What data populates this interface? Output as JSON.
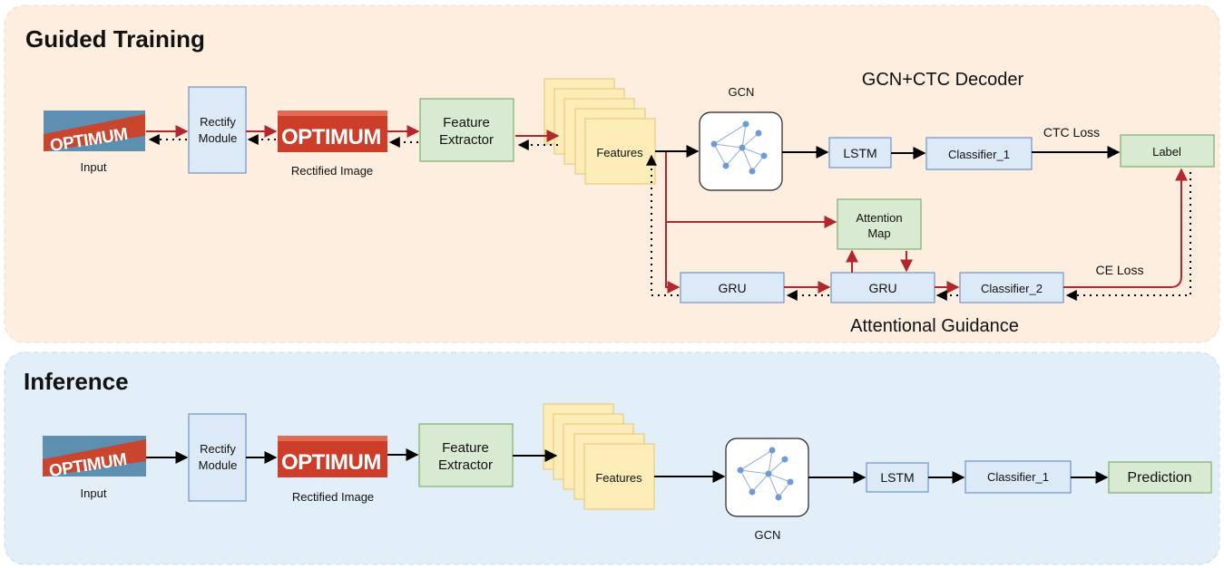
{
  "colors": {
    "training_bg": "#fdeee0",
    "inference_bg": "#e2eef8",
    "blue_box": "#dce9f7",
    "blue_border": "#6f95c9",
    "green_box": "#d8ead2",
    "green_border": "#7fb06c",
    "yellow_box": "#fcedb8",
    "yellow_border": "#e4c76f",
    "red_arrow": "#b3262b",
    "black_arrow": "#000000",
    "graph_node": "#6e9bd8"
  },
  "training": {
    "title": "Guided Training",
    "input_label": "Input",
    "image_text": "OPTIMUM",
    "rectify_line1": "Rectify",
    "rectify_line2": "Module",
    "rectified_label": "Rectified Image",
    "fe_line1": "Feature",
    "fe_line2": "Extractor",
    "features": "Features",
    "gcn": "GCN",
    "decoder_title": "GCN+CTC Decoder",
    "lstm": "LSTM",
    "classifier1": "Classifier_1",
    "ctc_loss": "CTC Loss",
    "label": "Label",
    "attn_line1": "Attention",
    "attn_line2": "Map",
    "gru1": "GRU",
    "gru2": "GRU",
    "classifier2": "Classifier_2",
    "ce_loss": "CE Loss",
    "guidance_title": "Attentional Guidance"
  },
  "inference": {
    "title": "Inference",
    "input_label": "Input",
    "image_text": "OPTIMUM",
    "rectify_line1": "Rectify",
    "rectify_line2": "Module",
    "rectified_label": "Rectified Image",
    "fe_line1": "Feature",
    "fe_line2": "Extractor",
    "features": "Features",
    "gcn": "GCN",
    "lstm": "LSTM",
    "classifier1": "Classifier_1",
    "prediction": "Prediction"
  }
}
